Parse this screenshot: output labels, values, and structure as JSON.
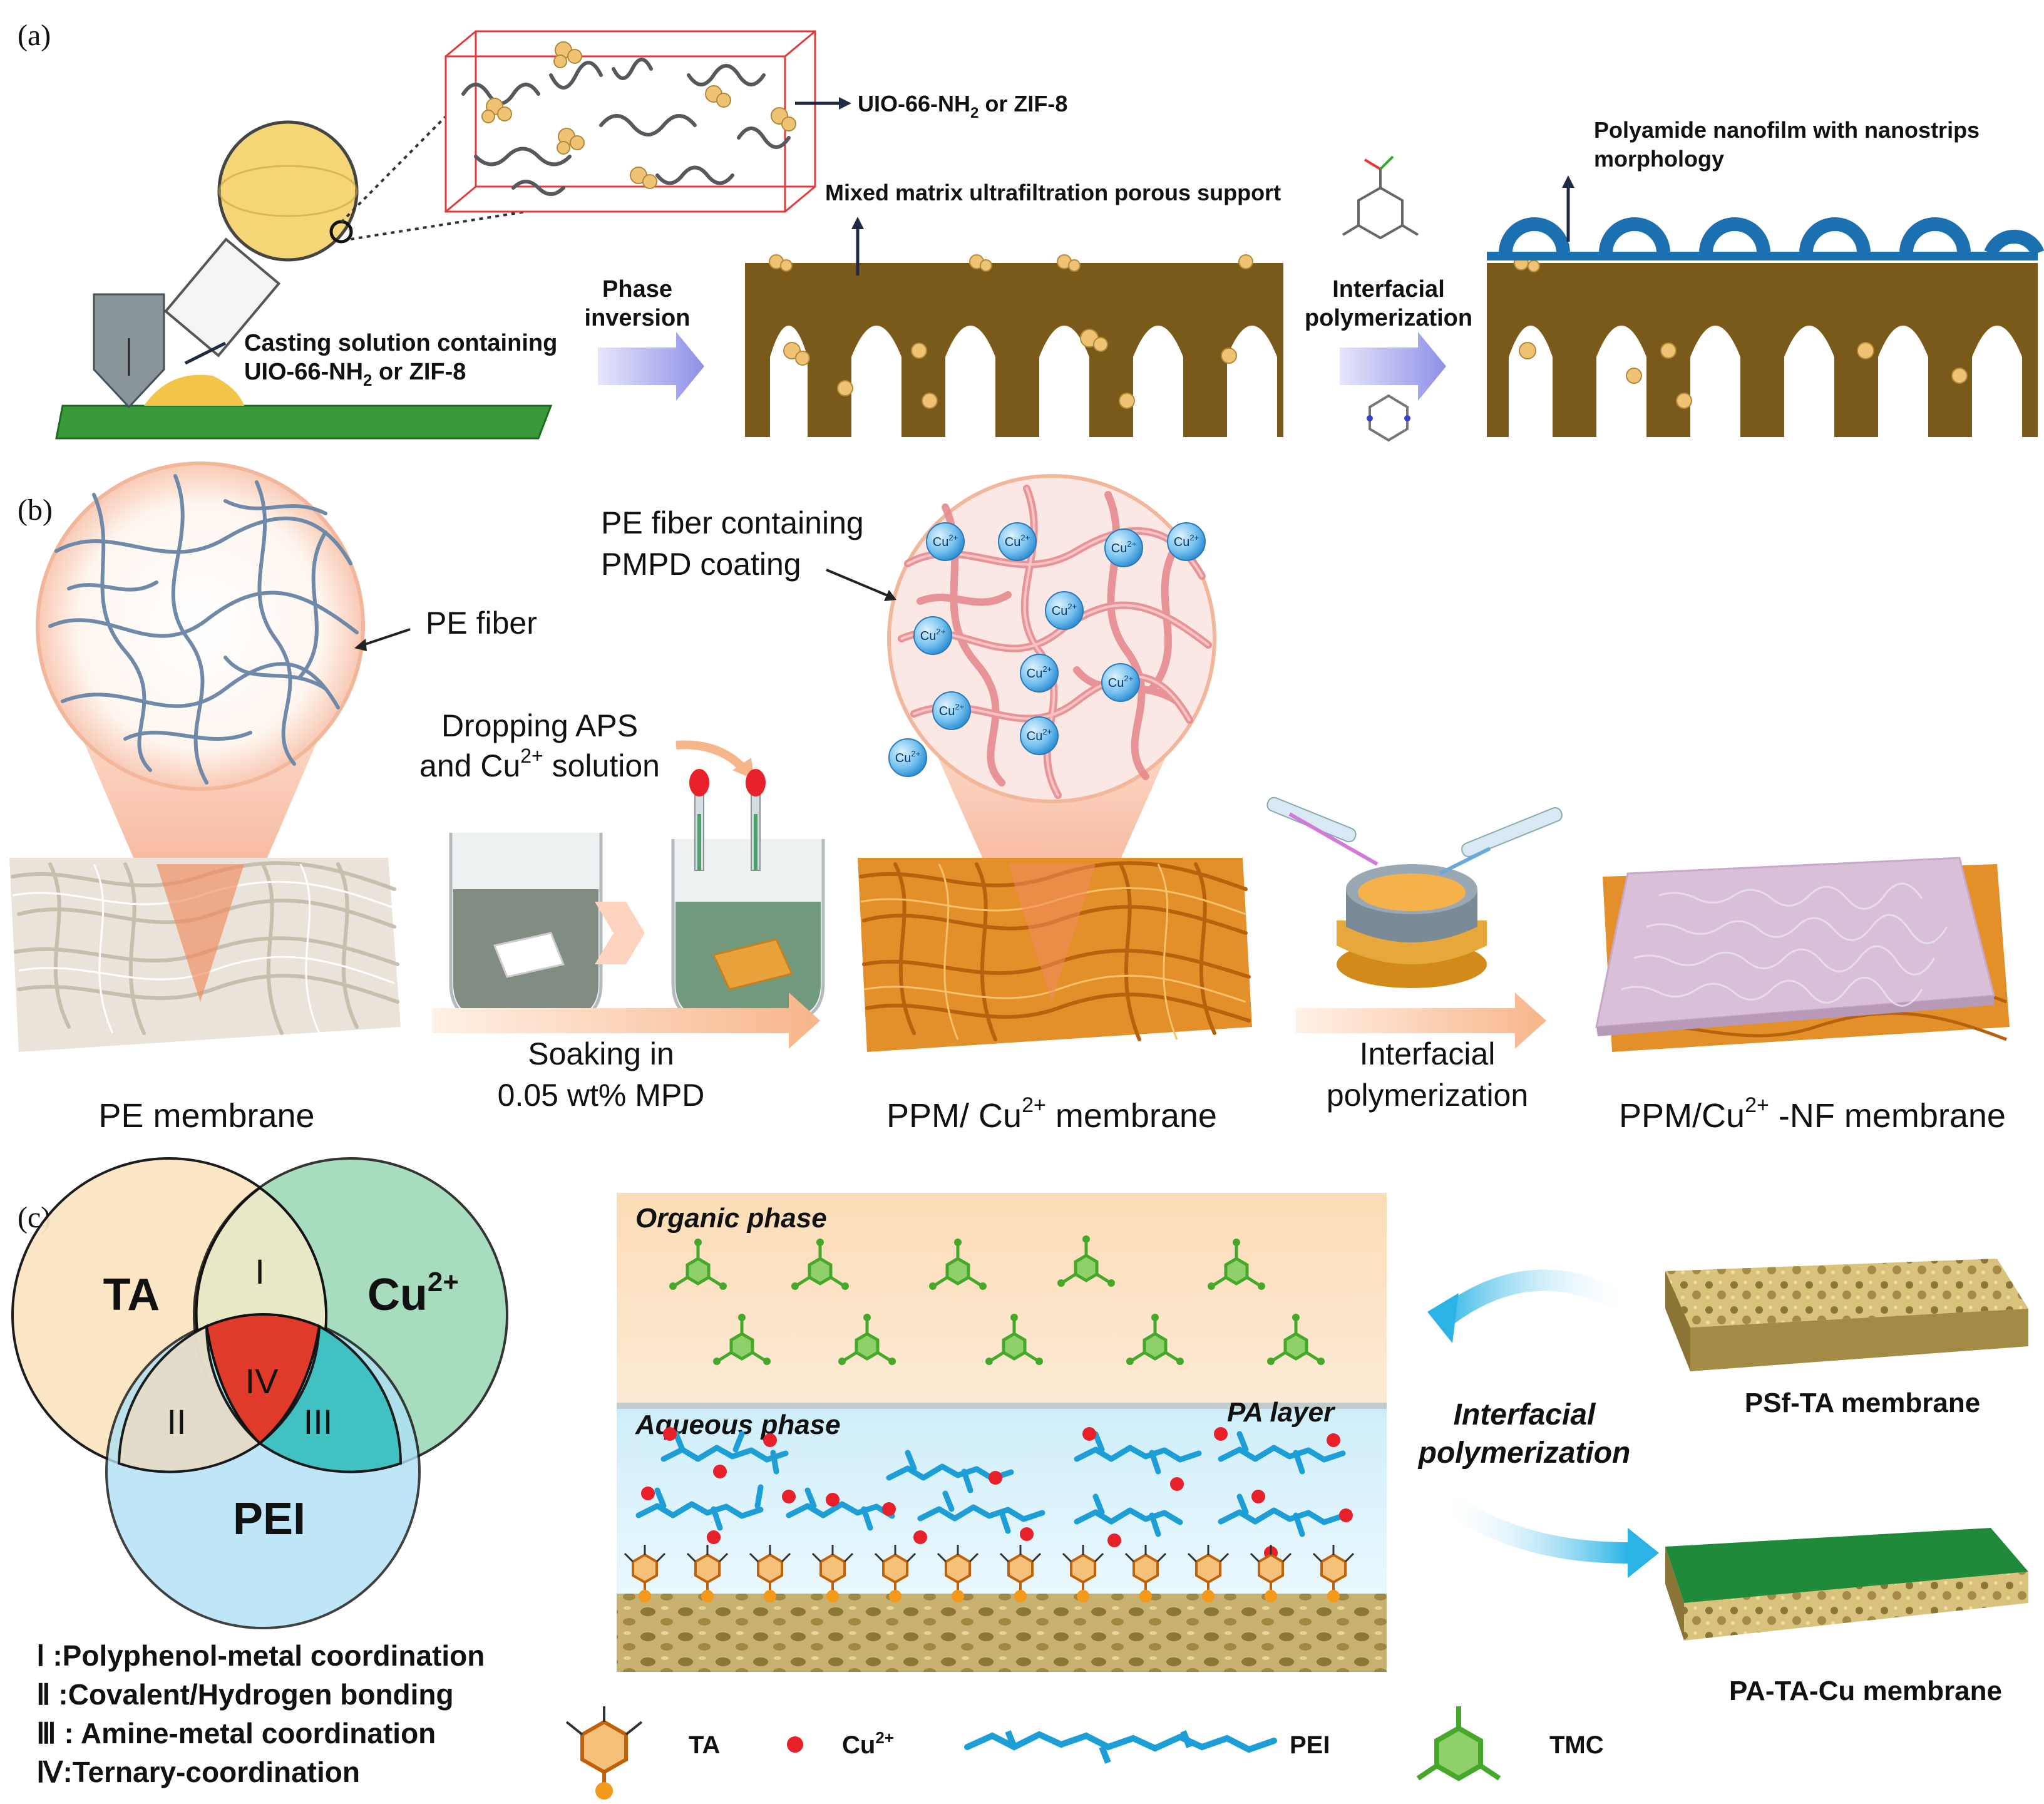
{
  "panel_a": {
    "label": "(a)",
    "particle_label_base": "UIO-66-NH",
    "particle_label_sub": "2",
    "particle_label_tail": " or ZIF-8",
    "casting_line1": "Casting solution containing",
    "casting_line2_base": "UIO-66-NH",
    "casting_line2_sub": "2",
    "casting_line2_tail": " or ZIF-8",
    "phase_line1": "Phase",
    "phase_line2": "inversion",
    "support_label": "Mixed matrix ultrafiltration porous support",
    "ip_line1": "Interfacial",
    "ip_line2": "polymerization",
    "nanofilm_line1": "Polyamide nanofilm with nanostrips",
    "nanofilm_line2": "morphology"
  },
  "panel_b": {
    "label": "(b)",
    "pe_fiber": "PE fiber",
    "pmpd_line1": "PE fiber containing",
    "pmpd_line2": "PMPD coating",
    "drop_line1": "Dropping APS",
    "drop_line2_base": "and Cu",
    "drop_line2_sup": "2+",
    "drop_line2_tail": " solution",
    "soak_line1": "Soaking in",
    "soak_line2": "0.05 wt% MPD",
    "ip_line1": "Interfacial",
    "ip_line2": "polymerization",
    "pe_membrane": "PE membrane",
    "ppm_base": "PPM/ Cu",
    "ppm_sup": "2+",
    "ppm_tail": " membrane",
    "nf_base": "PPM/Cu",
    "nf_sup": "2+",
    "nf_tail": " -NF membrane",
    "ion_base": "Cu",
    "ion_sup": "2+"
  },
  "panel_c": {
    "label": "(c)",
    "venn_ta": "TA",
    "venn_cu_base": "Cu",
    "venn_cu_sup": "2+",
    "venn_pei": "PEI",
    "region_1": "I",
    "region_2": "II",
    "region_3": "III",
    "region_4": "IV",
    "legend_1": "Ⅰ :Polyphenol-metal coordination",
    "legend_2": "Ⅱ :Covalent/Hydrogen bonding",
    "legend_3": "Ⅲ : Amine-metal coordination",
    "legend_4": "Ⅳ:Ternary-coordination",
    "organic_phase": "Organic phase",
    "aqueous_phase": "Aqueous phase",
    "pa_layer": "PA layer",
    "ip_line1": "Interfacial",
    "ip_line2": "polymerization",
    "psf_ta": "PSf-TA membrane",
    "pa_ta_cu": "PA-TA-Cu membrane",
    "key_ta": "TA",
    "key_cu_base": "Cu",
    "key_cu_sup": "2+",
    "key_pei": "PEI",
    "key_tmc": "TMC"
  },
  "colors": {
    "green_plate": "#3a9a3a",
    "support_brown": "#7a5a1a",
    "nanofilm_blue": "#1a70b0",
    "arrow_lavender": "#a8a8f0",
    "fiber_blue": "#6f8aa8",
    "fiber_pink": "#e58a90",
    "cu_ion": "#4aa8e0",
    "venn_ta": "#fbe6c4",
    "venn_cu": "#9ad6b4",
    "venn_pei": "#aee0f4",
    "region_iv": "#e03a2a",
    "pei_chain": "#1e9ed6",
    "tmc_green": "#45a82a",
    "cu_dot": "#e8202a"
  }
}
